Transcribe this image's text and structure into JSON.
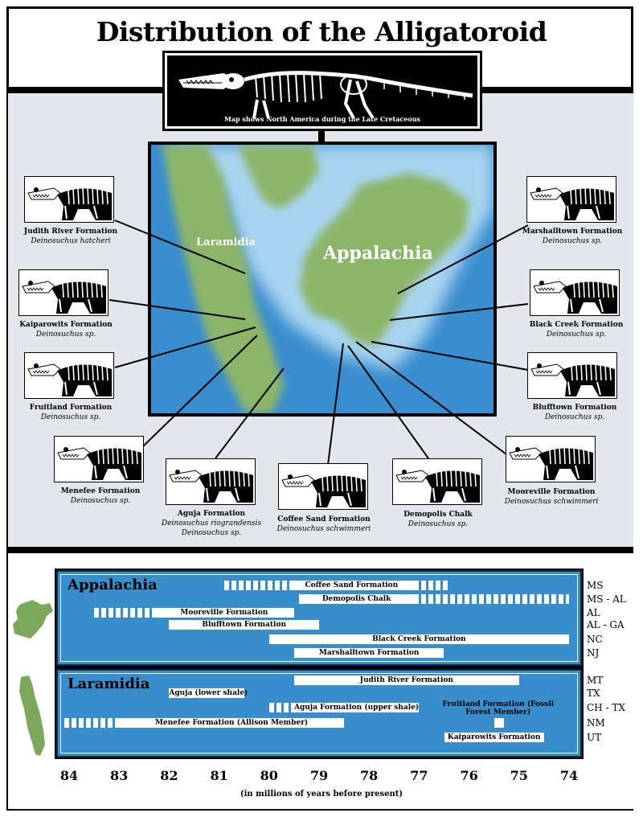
{
  "title": {
    "main": "Distribution of the Alligatoroid ",
    "italic": "Deinosuchus"
  },
  "skeleton_caption": "Map shows North America during the Late Cretaceous",
  "map": {
    "laramidia_label": "Laramidia",
    "appalachia_label": "Appalachia"
  },
  "formations": [
    {
      "id": "judith",
      "name": "Judith River Formation",
      "species": "Deinosuchus hatcheri",
      "species2": ""
    },
    {
      "id": "kaiparowits",
      "name": "Kaiparowits Formation",
      "species": "Deinosuchus sp.",
      "species2": ""
    },
    {
      "id": "fruitland",
      "name": "Fruitland Formation",
      "species": "Deinosuchus sp.",
      "species2": ""
    },
    {
      "id": "menefee",
      "name": "Menefee Formation",
      "species": "Deinosuchus sp.",
      "species2": ""
    },
    {
      "id": "aguja",
      "name": "Aguja Formation",
      "species": "Deinosuchus riograndensis",
      "species2": "Deinosuchus sp."
    },
    {
      "id": "coffee",
      "name": "Coffee Sand Formation",
      "species": "Deinosuchus schwimmeri",
      "species2": ""
    },
    {
      "id": "demopolis",
      "name": "Demopolis Chalk",
      "species": "Deinosuchus sp.",
      "species2": ""
    },
    {
      "id": "mooreville",
      "name": "Mooreville Formation",
      "species": "Deinosuchus schwimmeri",
      "species2": ""
    },
    {
      "id": "blufftown",
      "name": "Blufftown Formation",
      "species": "Deinosuchus sp.",
      "species2": ""
    },
    {
      "id": "blackcreek",
      "name": "Black Creek Formation",
      "species": "Deinosuchus sp.",
      "species2": ""
    },
    {
      "id": "marshalltown",
      "name": "Marshalltown Formation",
      "species": "Deinosuchus sp.",
      "species2": ""
    }
  ],
  "chart_data": {
    "type": "timeline",
    "x_ticks": [
      "84",
      "83",
      "82",
      "81",
      "80",
      "79",
      "78",
      "77",
      "76",
      "75",
      "74"
    ],
    "xlabel": "(in millions of years before present)",
    "xlim": [
      84,
      74
    ],
    "groups": [
      {
        "name": "Appalachia",
        "rows": [
          {
            "label": "Coffee Sand Formation",
            "state": "MS",
            "start": 79.6,
            "end": 77.1,
            "uncertain": [
              [
                80.9,
                79.6
              ],
              [
                77.1,
                76.4
              ]
            ]
          },
          {
            "label": "Demopolis Chalk",
            "state": "MS - AL",
            "start": 79.4,
            "end": 77.1,
            "uncertain": [
              [
                77.1,
                74.0
              ]
            ]
          },
          {
            "label": "Mooreville Formation",
            "state": "AL",
            "start": 82.3,
            "end": 79.5,
            "uncertain": [
              [
                83.5,
                82.3
              ]
            ]
          },
          {
            "label": "Blufftown Formation",
            "state": "AL - GA",
            "start": 82.0,
            "end": 79.0,
            "uncertain": []
          },
          {
            "label": "Black Creek Formation",
            "state": "NC",
            "start": 80.0,
            "end": 74.0,
            "uncertain": []
          },
          {
            "label": "Marshalltown Formation",
            "state": "NJ",
            "start": 79.5,
            "end": 76.5,
            "uncertain": []
          }
        ]
      },
      {
        "name": "Laramidia",
        "rows": [
          {
            "label": "Judith River Formation",
            "state": "MT",
            "start": 79.5,
            "end": 75.0,
            "uncertain": []
          },
          {
            "label": "Aguja (lower shale)",
            "state": "TX",
            "start": 82.0,
            "end": 80.5,
            "uncertain": []
          },
          {
            "label": "Aguja Formation (upper shale)",
            "state": "CH - TX",
            "start": 79.5,
            "end": 77.0,
            "uncertain": [
              [
                80.0,
                79.5
              ]
            ]
          },
          {
            "label": "Fruitland Formation (Fossil Forest Member)",
            "state": "NM",
            "start": 75.5,
            "end": 75.3,
            "uncertain": []
          },
          {
            "label": "Menefee Formation (Allison Member)",
            "state": "",
            "start": 83.0,
            "end": 78.5,
            "uncertain": [
              [
                84.1,
                83.0
              ]
            ]
          },
          {
            "label": "Kaiparowits Formation",
            "state": "UT",
            "start": 76.5,
            "end": 74.5,
            "uncertain": []
          }
        ]
      }
    ]
  }
}
